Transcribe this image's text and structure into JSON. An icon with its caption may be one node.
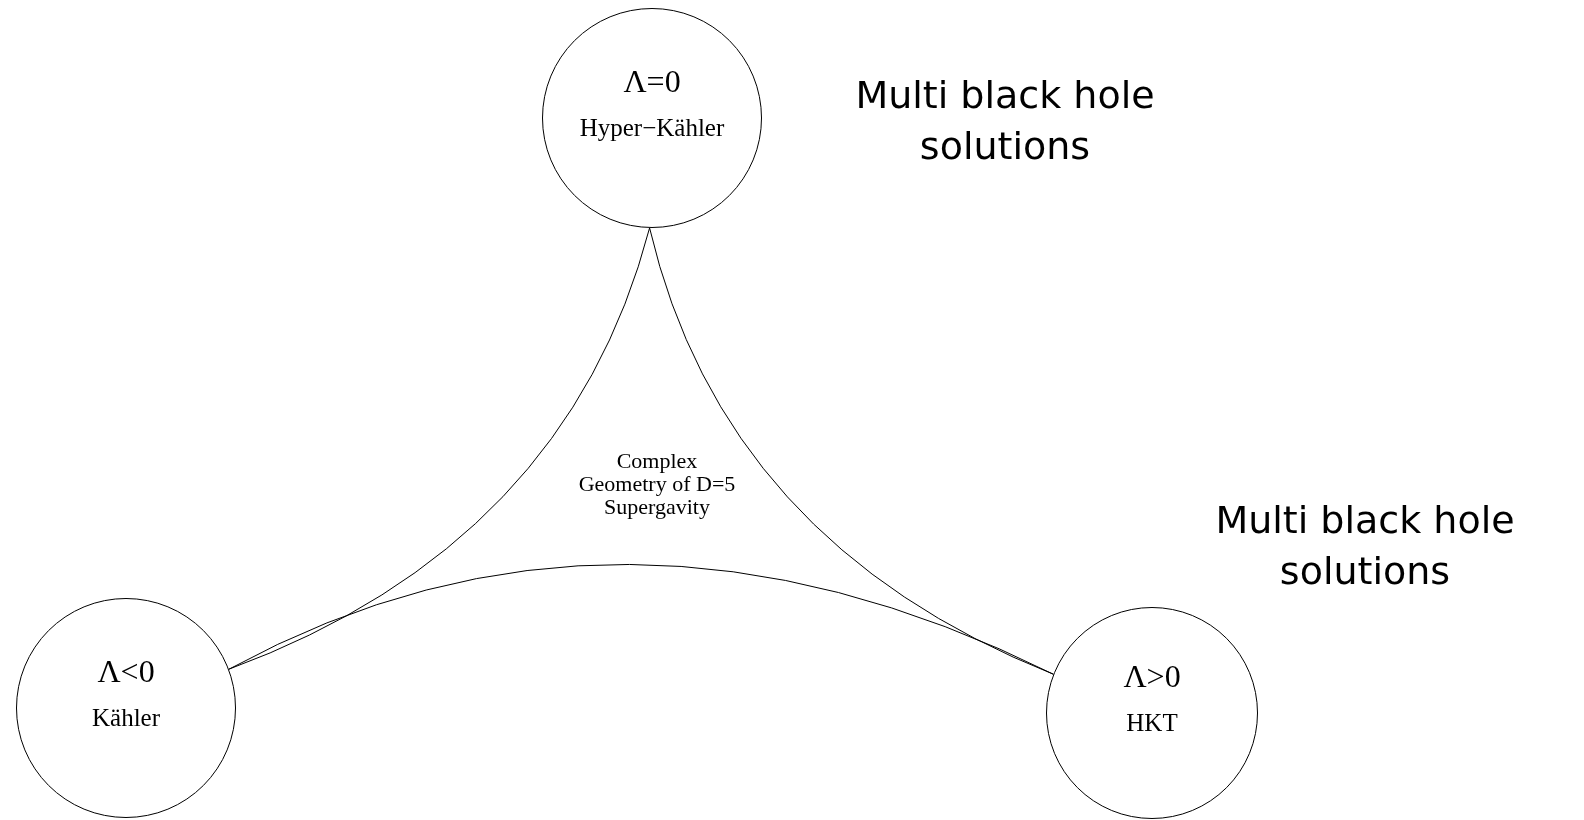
{
  "diagram": {
    "nodes": [
      {
        "text": [
          "Λ=0",
          "Hyper−Kähler"
        ]
      },
      {
        "text": [
          "Λ<0",
          "Kähler"
        ]
      },
      {
        "text": [
          "Λ>0",
          "HKT"
        ]
      }
    ],
    "edges": [
      {
        "from": 0,
        "to": 1,
        "arrow": "none"
      },
      {
        "from": 0,
        "to": 2,
        "arrow": "none"
      },
      {
        "from": 1,
        "to": 2,
        "arrow": "none"
      }
    ],
    "labels": [
      "Multi black hole solutions",
      "Complex Geometry of D=5 Supergavity",
      "Multi black hole solutions"
    ]
  }
}
